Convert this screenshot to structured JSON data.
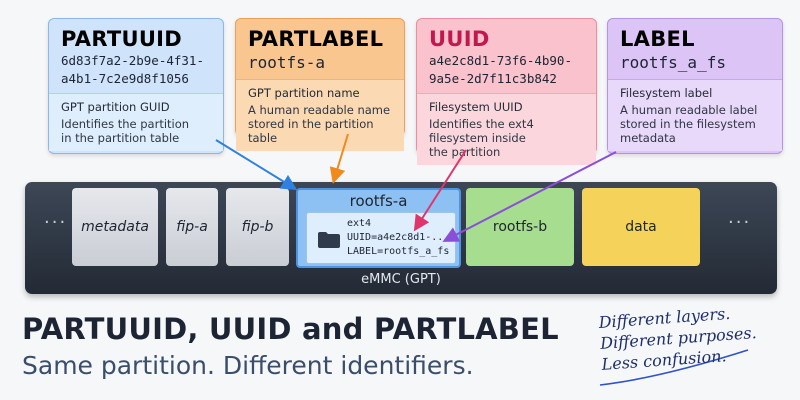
{
  "cards": {
    "partuuid": {
      "title": "PARTUUID",
      "value_line1": "6d83f7a2-2b9e-4f31-",
      "value_line2": "a4b1-7c2e9d8f1056",
      "heading": "GPT partition GUID",
      "desc_line1": "Identifies the partition",
      "desc_line2": "in the partition table",
      "color": "#cfe3fb"
    },
    "partlabel": {
      "title": "PARTLABEL",
      "value": "rootfs-a",
      "heading": "GPT partition name",
      "desc_line1": "A human readable name",
      "desc_line2": "stored in the partition table",
      "color": "#f9c690"
    },
    "uuid": {
      "title": "UUID",
      "value_line1": "a4e2c8d1-73f6-4b90-",
      "value_line2": "9a5e-2d7f11c3b842",
      "heading": "Filesystem UUID",
      "desc_line1": "Identifies the ext4",
      "desc_line2": "filesystem inside",
      "desc_line3": "the partition",
      "color": "#f9c2cc"
    },
    "label": {
      "title": "LABEL",
      "value": "rootfs_a_fs",
      "heading": "Filesystem label",
      "desc_line1": "A human readable label",
      "desc_line2": "stored in the filesystem",
      "desc_line3": "metadata",
      "color": "#dcc5f6"
    }
  },
  "emmc": {
    "label": "eMMC (GPT)",
    "left_dots": "···",
    "right_dots": "···",
    "partitions": {
      "metadata": "metadata",
      "fip_a": "fip-a",
      "fip_b": "fip-b",
      "rootfs_a": "rootfs-a",
      "rootfs_b": "rootfs-b",
      "data": "data"
    },
    "filesystem": {
      "type": "ext4",
      "uuid_line": "UUID=a4e2c8d1-...",
      "label_line": "LABEL=rootfs_a_fs",
      "icon": "folder-icon"
    }
  },
  "headline": "PARTUUID, UUID and PARTLABEL",
  "subline": "Same partition. Different identifiers.",
  "note": {
    "line1": "Different layers.",
    "line2": "Different purposes.",
    "line3": "Less confusion."
  },
  "colors": {
    "arrow_blue": "#2f80e0",
    "arrow_orange": "#f08a1c",
    "arrow_pink": "#e0356a",
    "arrow_purple": "#8a4fd6"
  }
}
